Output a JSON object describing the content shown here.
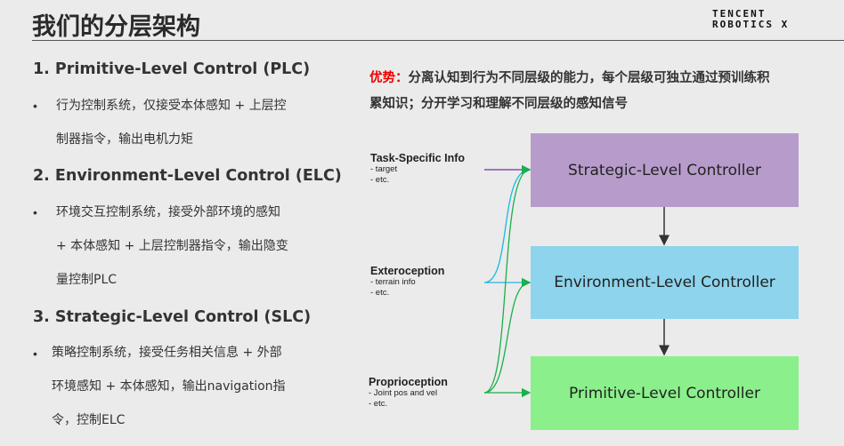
{
  "header": {
    "title": "我们的分层架构",
    "logo_lines": [
      "TENCENT",
      "ROBOTICS X"
    ]
  },
  "sections": [
    {
      "heading": "1. Primitive-Level Control (PLC)",
      "bullet": "•",
      "lines": [
        "行为控制系统，仅接受本体感知 + 上层控",
        "制器指令，输出电机力矩"
      ]
    },
    {
      "heading": "2. Environment-Level Control (ELC)",
      "bullet": "•",
      "lines": [
        "环境交互控制系统，接受外部环境的感知",
        "+ 本体感知 + 上层控制器指令，输出隐变",
        "量控制PLC"
      ]
    },
    {
      "heading": "3.  Strategic-Level Control (SLC)",
      "bullet": "•",
      "lines": [
        "策略控制系统，接受任务相关信息 + 外部",
        "环境感知 + 本体感知，输出navigation指",
        "令，控制ELC"
      ]
    }
  ],
  "advantage": {
    "label": "优势：",
    "lines": [
      "分离认知到行为不同层级的能力，每个层级可独立通过预训练积",
      "累知识；分开学习和理解不同层级的感知信号"
    ]
  },
  "diagram": {
    "inputs": [
      {
        "title": "Task-Specific Info",
        "items": [
          "- target",
          "- etc."
        ]
      },
      {
        "title": "Exteroception",
        "items": [
          "- terrain info",
          "- etc."
        ]
      },
      {
        "title": "Proprioception",
        "items": [
          "- Joint pos and vel",
          "- etc."
        ]
      }
    ],
    "controllers": [
      {
        "label": "Strategic-Level Controller",
        "color": "#b79ccb"
      },
      {
        "label": "Environment-Level Controller",
        "color": "#8dd4ec"
      },
      {
        "label": "Primitive-Level Controller",
        "color": "#8bf08b"
      }
    ]
  }
}
